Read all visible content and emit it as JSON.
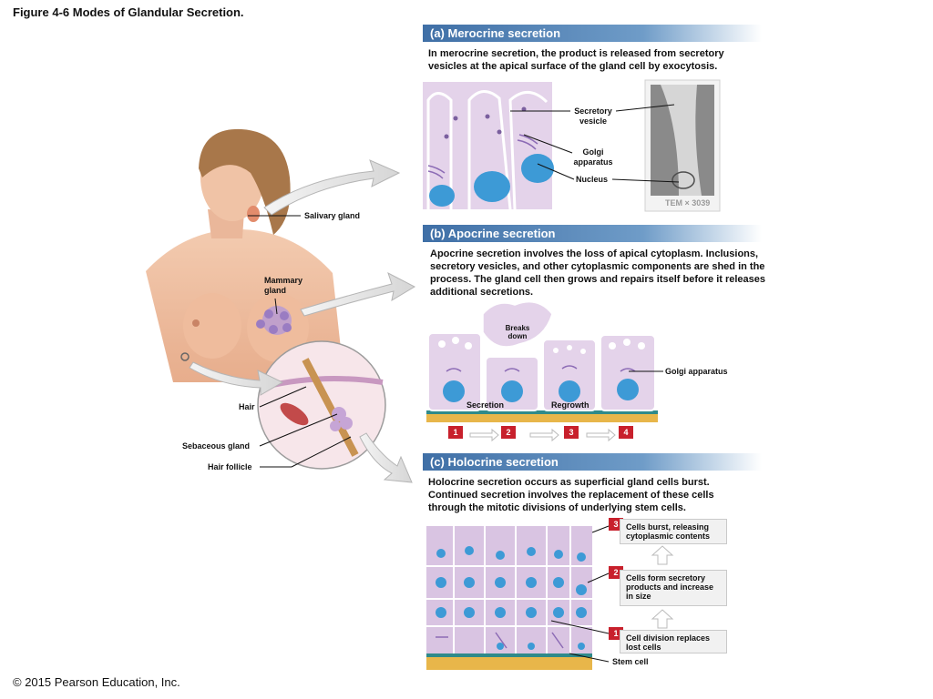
{
  "figure_title": "Figure 4-6 Modes of Glandular Secretion.",
  "copyright": "© 2015 Pearson Education, Inc.",
  "body_labels": {
    "salivary_gland": "Salivary gland",
    "mammary_gland": "Mammary gland",
    "hair": "Hair",
    "sebaceous_gland": "Sebaceous gland",
    "hair_follicle": "Hair follicle"
  },
  "merocrine": {
    "heading": "(a) Merocrine secretion",
    "description": "In merocrine secretion, the product is released from secretory vesicles at the apical surface of the gland cell by exocytosis.",
    "labels": {
      "secretory_vesicle": "Secretory vesicle",
      "golgi_apparatus": "Golgi apparatus",
      "nucleus": "Nucleus"
    },
    "tem_caption": "TEM × 3039"
  },
  "apocrine": {
    "heading": "(b) Apocrine secretion",
    "description": "Apocrine secretion involves the loss of apical cytoplasm. Inclusions, secretory vesicles, and other cytoplasmic components are shed in the process. The gland cell then grows and repairs itself before it releases additional secretions.",
    "labels": {
      "breaks_down": "Breaks down",
      "golgi_apparatus": "Golgi apparatus",
      "secretion": "Secretion",
      "regrowth": "Regrowth"
    },
    "steps": [
      "1",
      "2",
      "3",
      "4"
    ]
  },
  "holocrine": {
    "heading": "(c) Holocrine secretion",
    "description": "Holocrine secretion occurs as superficial gland cells burst. Continued secretion involves the replacement of these cells through the mitotic divisions of underlying stem cells.",
    "stages": [
      {
        "num": "3",
        "text": "Cells burst, releasing cytoplasmic contents"
      },
      {
        "num": "2",
        "text": "Cells form secretory products and increase in size"
      },
      {
        "num": "1",
        "text": "Cell division replaces lost cells"
      }
    ],
    "stem_cell": "Stem cell"
  },
  "colors": {
    "section_bar": "#3f6fa6",
    "cell_fill": "#e4d3ea",
    "nucleus": "#3d9ad6",
    "basement": "#e8b64a",
    "step_badge": "#c8202c"
  }
}
